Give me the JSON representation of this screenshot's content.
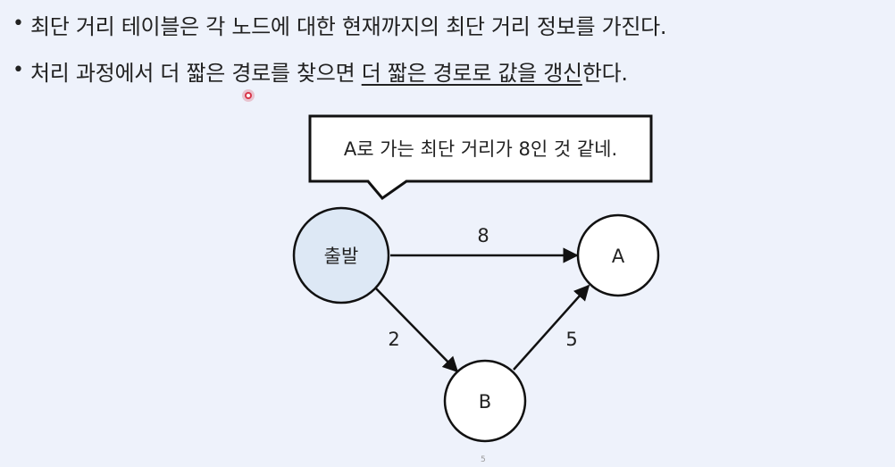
{
  "bullets": [
    {
      "text": "최단 거리 테이블은 각 노드에 대한 현재까지의 최단 거리 정보를 가진다."
    },
    {
      "text_before": "처리 과정에서 더 짧은 경로를 찾으면 ",
      "text_underlined": "더 짧은 경로로 값을 갱신",
      "text_after": "한다."
    }
  ],
  "bubble": {
    "text": "A로 가는 최단 거리가 8인 것 같네."
  },
  "nodes": {
    "start": {
      "label": "출발",
      "fill": "#dde8f5"
    },
    "a": {
      "label": "A",
      "fill": "#ffffff"
    },
    "b": {
      "label": "B",
      "fill": "#ffffff"
    }
  },
  "edges": {
    "start_a": {
      "weight": "8"
    },
    "start_b": {
      "weight": "2"
    },
    "b_a": {
      "weight": "5"
    }
  },
  "footer": {
    "page": "5"
  }
}
